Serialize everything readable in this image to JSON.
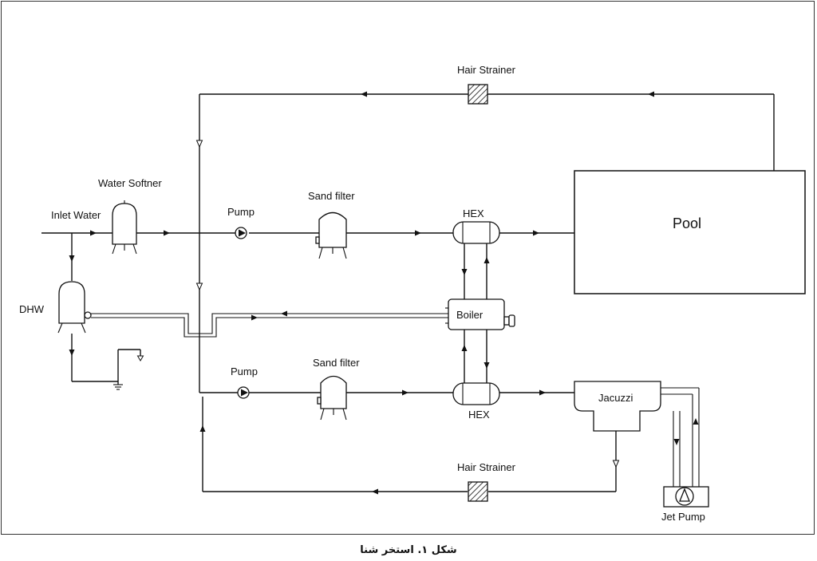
{
  "labels": {
    "hair_strainer_top": "Hair Strainer",
    "hair_strainer_bottom": "Hair Strainer",
    "water_softner": "Water Softner",
    "inlet_water": "Inlet Water",
    "pump_top": "Pump",
    "pump_bottom": "Pump",
    "sand_filter_top": "Sand filter",
    "sand_filter_bottom": "Sand filter",
    "hex_top": "HEX",
    "hex_bottom": "HEX",
    "pool": "Pool",
    "dhw": "DHW",
    "boiler": "Boiler",
    "jacuzzi": "Jacuzzi",
    "jet_pump": "Jet Pump"
  },
  "caption": "شکل ۱. استخر شنا"
}
